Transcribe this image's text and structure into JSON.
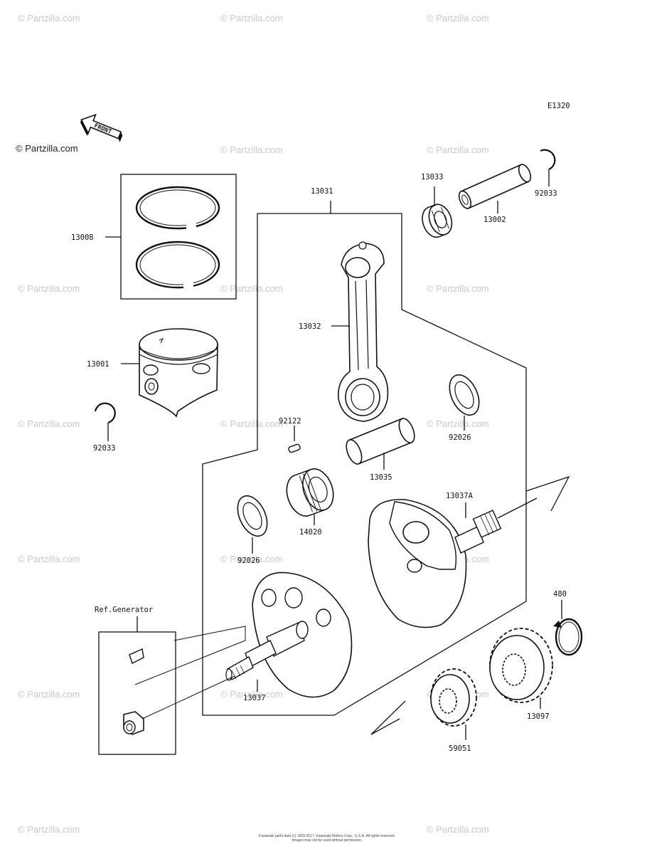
{
  "diagram_code": "E1320",
  "front_label": "FRONT",
  "ref_label": "Ref.Generator",
  "watermark_text": "© Partzilla.com",
  "copyright_lines": [
    "Kawasaki parts data (c) 1999-2017. Kawasaki Motors Corp., U.S.A. All rights reserved.",
    "Images may not be used without permission."
  ],
  "parts": {
    "p13008": "13008",
    "p13001": "13001",
    "p92033_left": "92033",
    "p13031": "13031",
    "p13033": "13033",
    "p13002": "13002",
    "p92033_right": "92033",
    "p13032": "13032",
    "p92122": "92122",
    "p92026_right": "92026",
    "p13035": "13035",
    "p13037A": "13037A",
    "p14020": "14020",
    "p92026_left": "92026",
    "p480": "480",
    "p13037": "13037",
    "p13097": "13097",
    "p59051": "59051"
  }
}
